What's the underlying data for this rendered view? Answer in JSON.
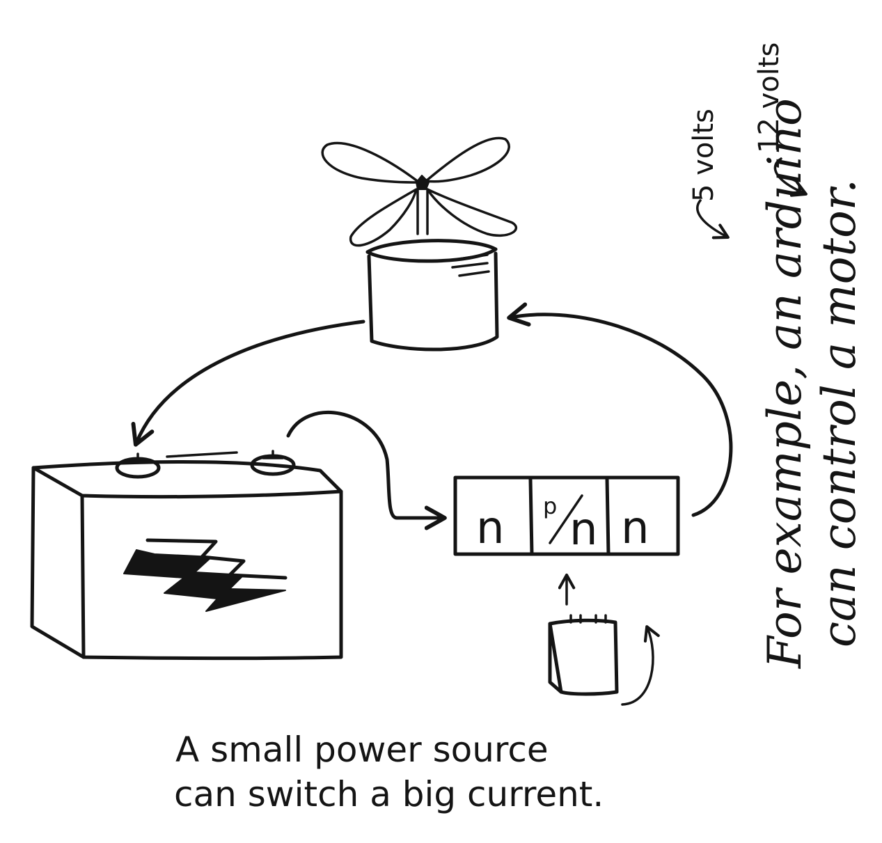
{
  "diagram": {
    "transistor": {
      "left_cell": "n",
      "middle_top": "p",
      "middle_bottom": "n",
      "right_cell": "n"
    },
    "side_note": {
      "line1": "For example, an arduino",
      "line2": "can control a motor.",
      "volts_small": "5 volts",
      "volts_large": "12 volts"
    },
    "caption": {
      "line1": "A small power source",
      "line2": "can switch a big current."
    }
  }
}
